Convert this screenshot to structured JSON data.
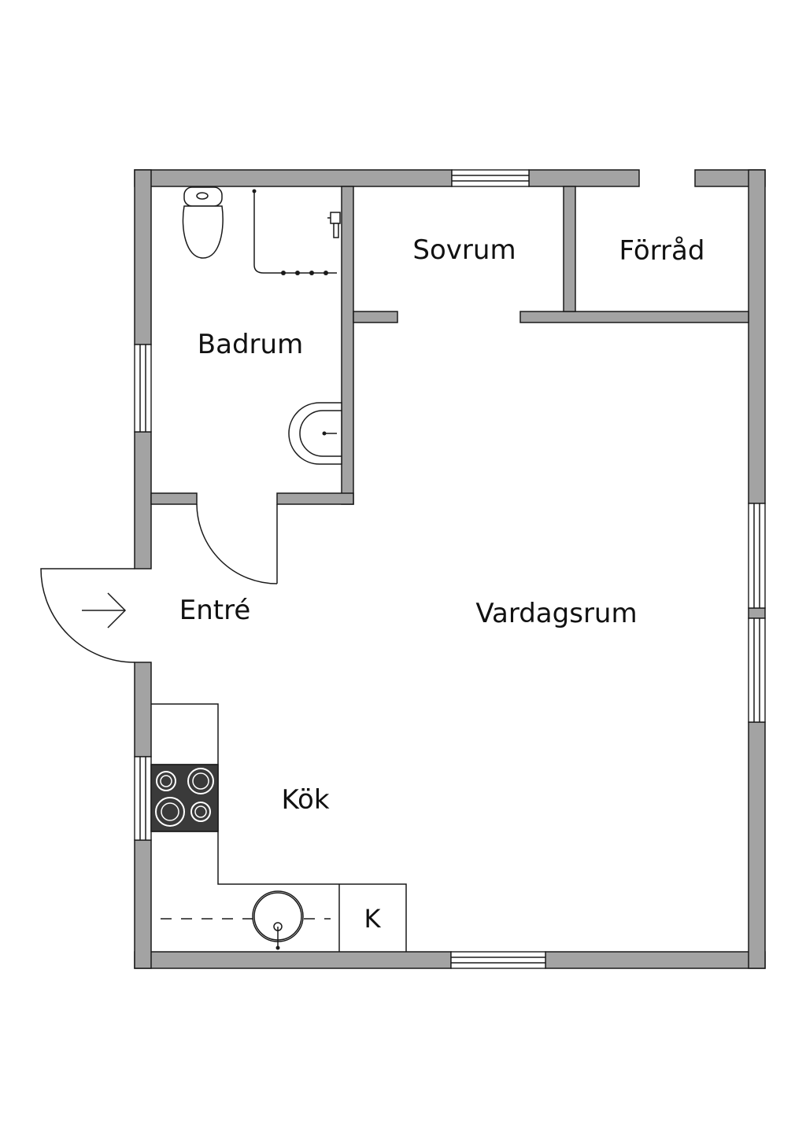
{
  "rooms": {
    "badrum": "Badrum",
    "sovrum": "Sovrum",
    "forrad": "Förråd",
    "entre": "Entré",
    "vardagsrum": "Vardagsrum",
    "kok": "Kök"
  },
  "fixtures": {
    "fridge_label": "K"
  },
  "colors": {
    "wall": "#a3a3a3",
    "line": "#1a1a1a",
    "stove": "#3a3a3a"
  }
}
